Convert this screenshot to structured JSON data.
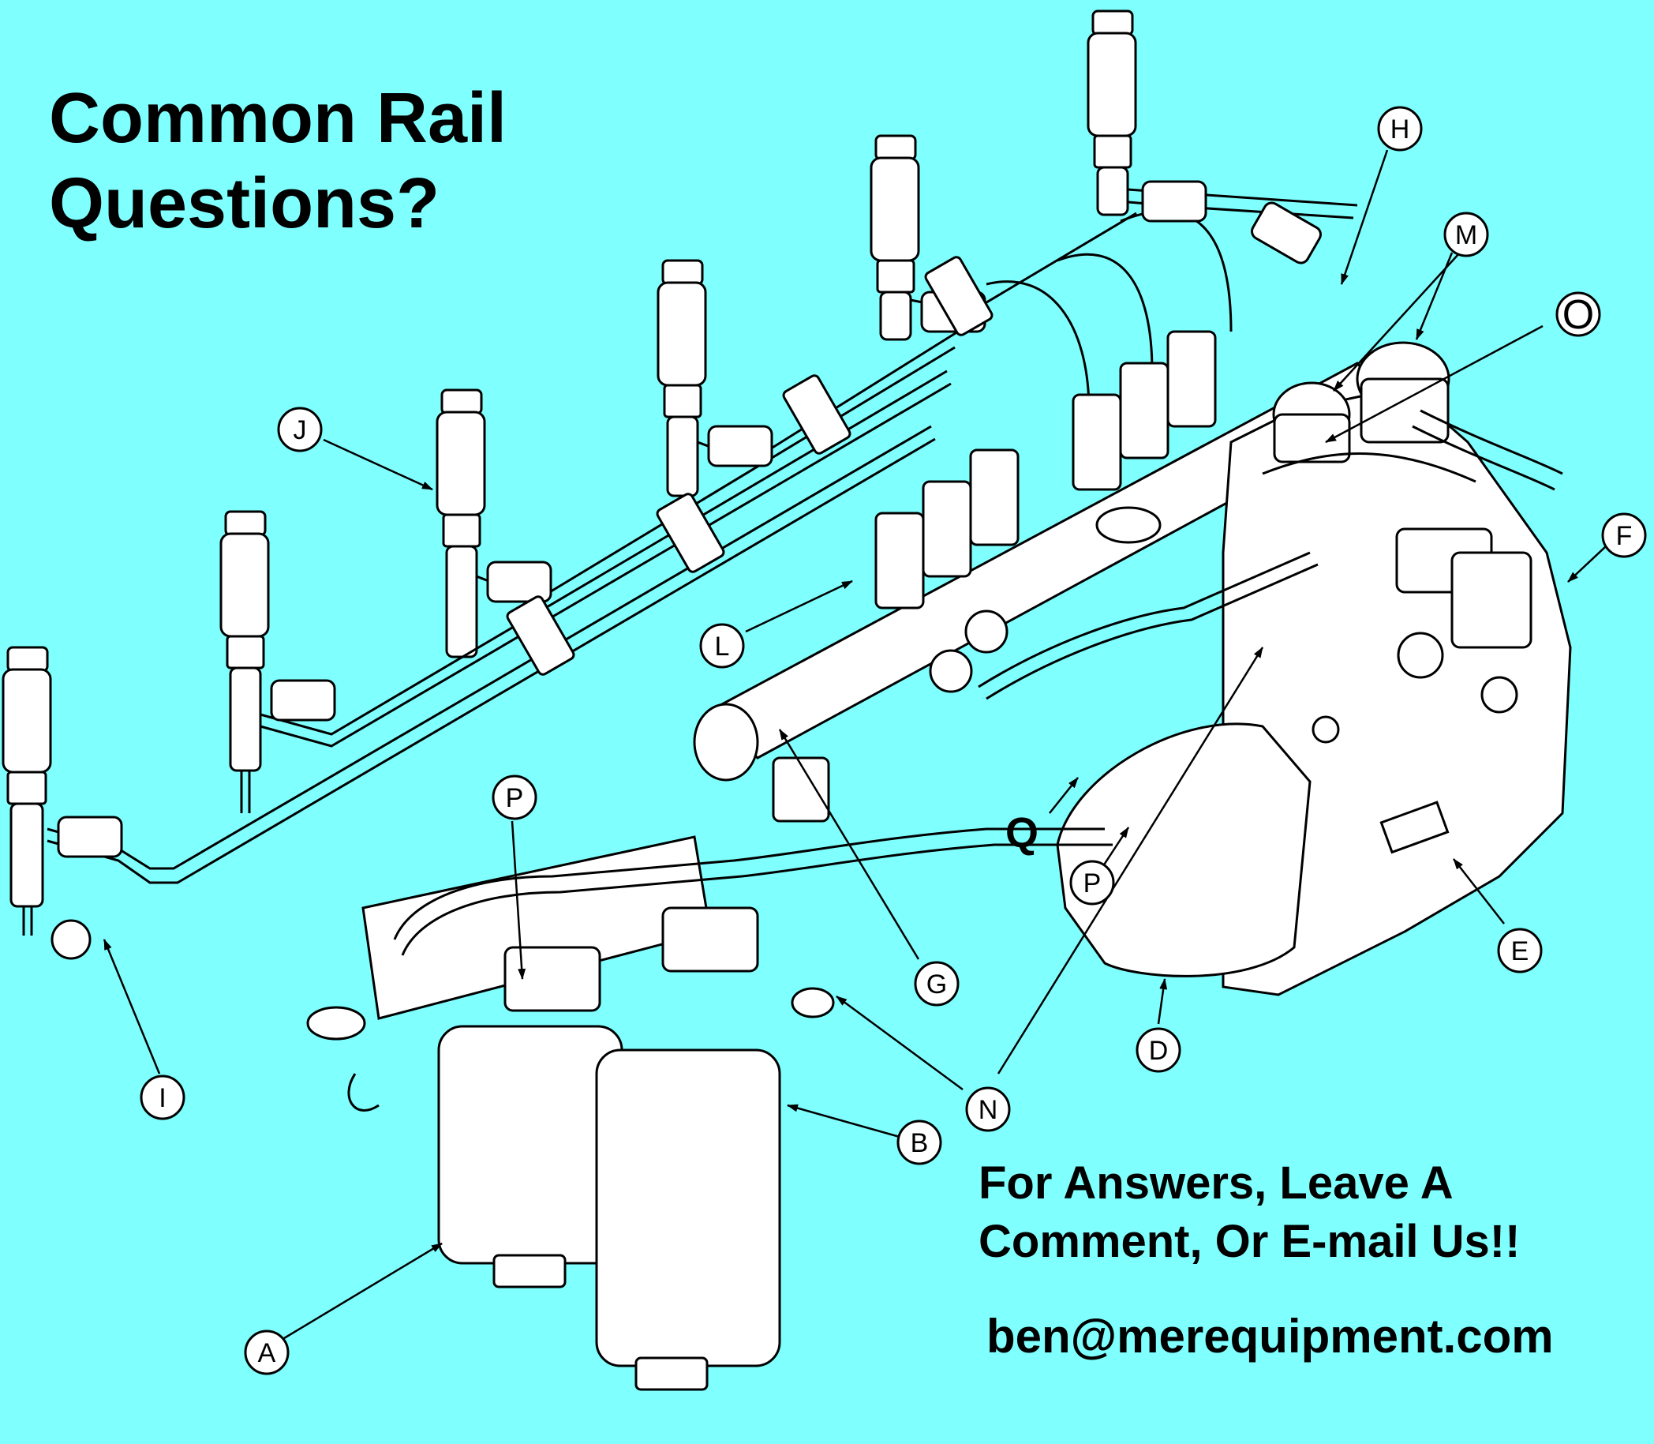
{
  "headline": {
    "line1": "Common Rail",
    "line2": "Questions?"
  },
  "cta": {
    "line1": "For Answers, Leave A",
    "line2": "Comment, Or E-mail Us!!"
  },
  "contact": {
    "email": "ben@merequipment.com"
  },
  "colors": {
    "background": "#80FFFF",
    "linework": "#000000",
    "part_fill": "#FFFFFF"
  },
  "callouts": {
    "A": "A",
    "B": "B",
    "D": "D",
    "E": "E",
    "F": "F",
    "G": "G",
    "H": "H",
    "I": "I",
    "J": "J",
    "L": "L",
    "M": "M",
    "N": "N",
    "O": "O",
    "P": "P",
    "Q": "Q"
  }
}
